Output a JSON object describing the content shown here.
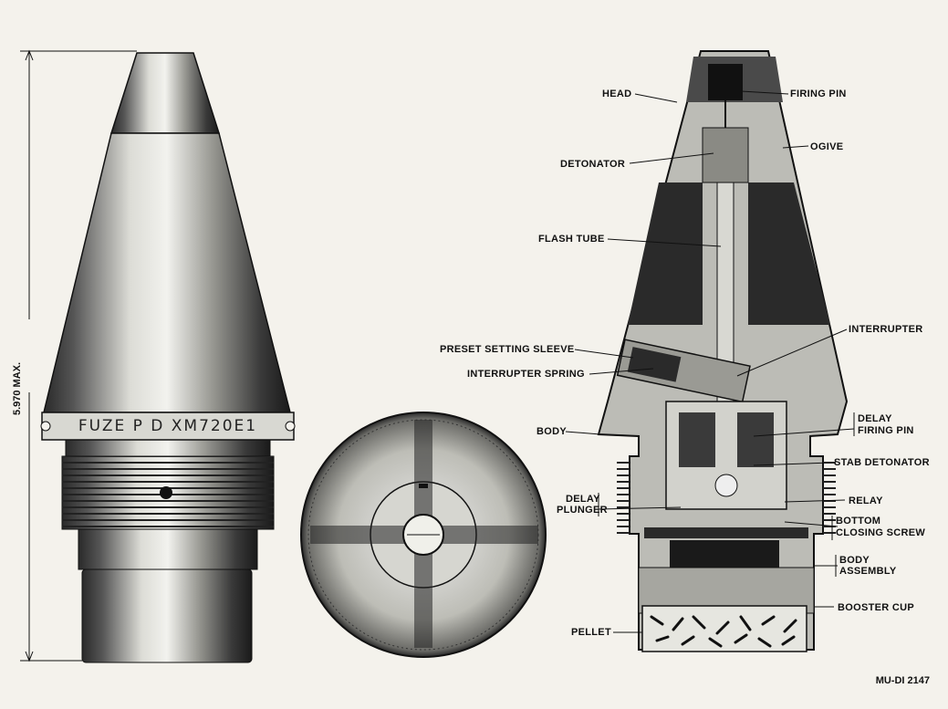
{
  "figure": {
    "dimension_label": "5.970 MAX.",
    "fuze_marking": "FUZE  P D  XM720E1",
    "document_number": "MU-DI 2147"
  },
  "labels": {
    "head": "HEAD",
    "firing_pin": "FIRING PIN",
    "detonator": "DETONATOR",
    "ogive": "OGIVE",
    "flash_tube": "FLASH TUBE",
    "interrupter": "INTERRUPTER",
    "preset_setting_sleeve": "PRESET SETTING SLEEVE",
    "interrupter_spring": "INTERRUPTER SPRING",
    "body": "BODY",
    "delay_firing_pin_1": "DELAY",
    "delay_firing_pin_2": "FIRING PIN",
    "stab_detonator": "STAB DETONATOR",
    "delay_plunger_1": "DELAY",
    "delay_plunger_2": "PLUNGER",
    "relay": "RELAY",
    "bottom_closing_screw_1": "BOTTOM",
    "bottom_closing_screw_2": "CLOSING SCREW",
    "body_assembly_1": "BODY",
    "body_assembly_2": "ASSEMBLY",
    "booster_cup": "BOOSTER CUP",
    "pellet": "PELLET"
  }
}
